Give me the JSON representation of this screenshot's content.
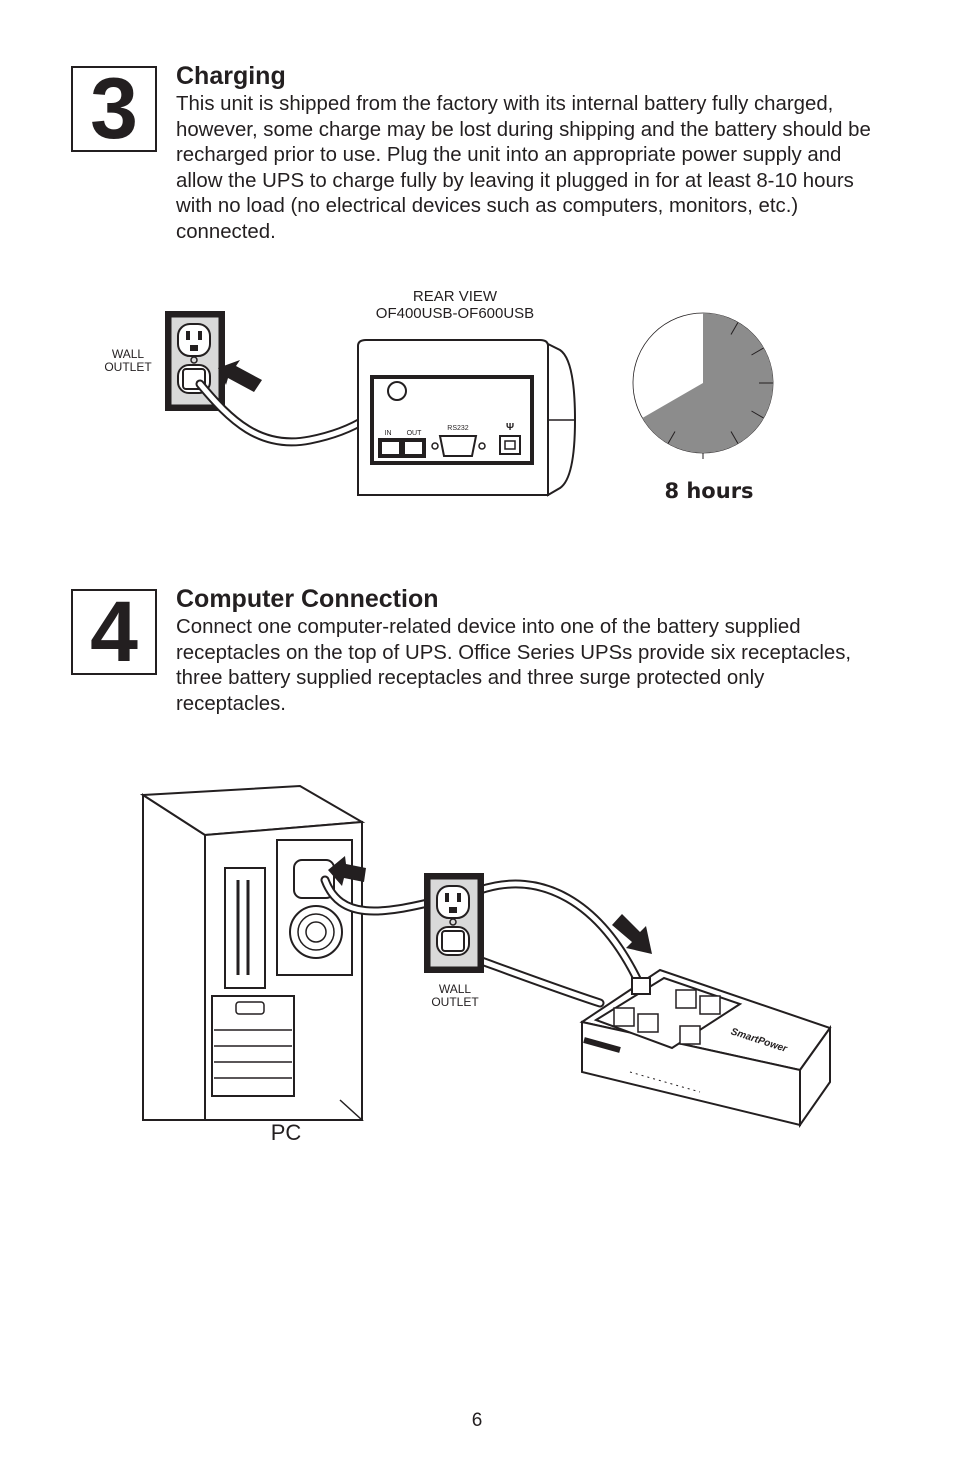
{
  "section3": {
    "number": "3",
    "title": "Charging",
    "body": "This unit is shipped from the factory with its internal battery fully charged, however, some charge may be lost during shipping and the battery should be recharged prior to use. Plug the unit into an appropriate power supply and allow the UPS to charge fully by leaving it plugged in for at least 8-10 hours with no load (no electrical devices such as computers, monitors, etc.) connected.",
    "figure": {
      "wall_outlet_line1": "WALL",
      "wall_outlet_line2": "OUTLET",
      "rear_view_line1": "REAR VIEW",
      "rear_view_line2": "OF400USB-OF600USB",
      "port_in": "IN",
      "port_out": "OUT",
      "port_rs232": "RS232",
      "usb_symbol": "Ψ",
      "clock_label": "8 hours",
      "clock_fraction_filled": 0.6667
    }
  },
  "section4": {
    "number": "4",
    "title": "Computer Connection",
    "body": "Connect one computer-related device into one of the battery supplied receptacles on the top of UPS. Office Series UPSs provide six receptacles, three battery supplied receptacles and three surge protected only receptacles.",
    "figure": {
      "pc_label": "PC",
      "wall_outlet_line1": "WALL",
      "wall_outlet_line2": "OUTLET",
      "brand": "SmartPower"
    }
  },
  "page_number": "6",
  "colors": {
    "ink": "#231f20",
    "pie_fill": "#8c8c8c",
    "outlet_plate": "#d9d9d9"
  }
}
